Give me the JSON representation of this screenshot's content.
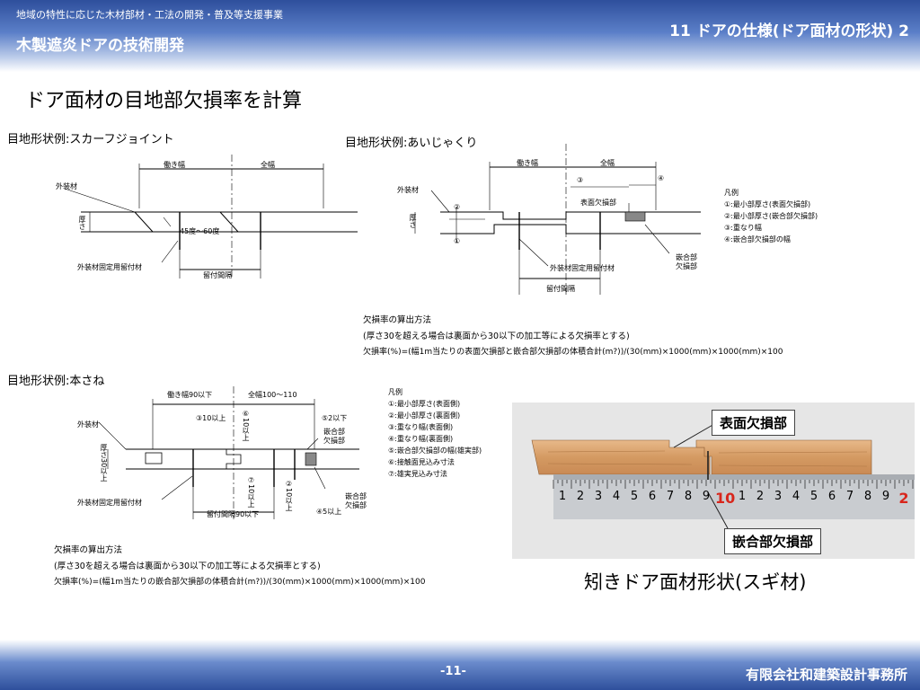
{
  "header": {
    "subtitle": "地域の特性に応じた木材部材・工法の開発・普及等支援事業",
    "title": "木製遮炎ドアの技術開発",
    "section": "11  ドアの仕様(ドア面材の形状)  2"
  },
  "main_title": "ドア面材の目地部欠損率を計算",
  "scarf": {
    "heading": "目地形状例:スカーフジョイント",
    "label_working": "働き幅",
    "label_full": "全幅",
    "label_exterior": "外装材",
    "label_thickness": "厚さ",
    "label_angle": "45度〜60度",
    "label_fastener": "外装材固定用留付材",
    "label_spacing": "留付間隔"
  },
  "aijakuri": {
    "heading": "目地形状例:あいじゃくり",
    "label_working": "働き幅",
    "label_full": "全幅",
    "label_exterior": "外装材",
    "label_thickness": "厚さ",
    "label_surface": "表面欠損部",
    "label_fastener": "外装材固定用留付材",
    "label_spacing": "留付間隔",
    "label_fit": "嵌合部欠損部",
    "mark_1": "①",
    "mark_2": "②",
    "mark_3": "③",
    "mark_4": "④",
    "legend_title": "凡例",
    "legend": [
      "①:最小部厚さ(表面欠損部)",
      "②:最小部厚さ(嵌合部欠損部)",
      "③:重なり幅",
      "④:嵌合部欠損部の幅"
    ]
  },
  "method1": {
    "title": "欠損率の算出方法",
    "condition": "(厚さ30を超える場合は裏面から30以下の加工等による欠損率とする)",
    "formula": "欠損率(%)=(幅1m当たりの表面欠損部と嵌合部欠損部の体積合計(m?))/(30(mm)×1000(mm)×1000(mm)×100"
  },
  "hon": {
    "heading": "目地形状例:本さね",
    "label_working": "働き幅90以下",
    "label_full": "全幅100〜110",
    "label_exterior": "外装材",
    "label_thickness": "厚さ30以上",
    "label_3": "③10以上",
    "label_6": "⑥10以上",
    "label_5": "⑤2以下",
    "label_fit_top": "嵌合部欠損部",
    "label_7": "⑦10以上",
    "label_2": "②10以上",
    "label_4": "④5以上",
    "label_fit_bottom": "嵌合部欠損部",
    "label_fastener": "外装材固定用留付材",
    "label_spacing": "留付間隔90以下",
    "legend_title": "凡例",
    "legend": [
      "①:最小部厚さ(表面側)",
      "②:最小部厚さ(裏面側)",
      "③:重なり幅(表面側)",
      "④:重なり幅(裏面側)",
      "⑤:嵌合部欠損部の幅(雄実部)",
      "⑥:接触面見込み寸法",
      "⑦:雄実見込み寸法"
    ]
  },
  "method2": {
    "title": "欠損率の算出方法",
    "condition": "(厚さ30を超える場合は裏面から30以下の加工等による欠損率とする)",
    "formula": "欠損率(%)=(幅1m当たりの嵌合部欠損部の体積合計(m?))/(30(mm)×1000(mm)×1000(mm)×100"
  },
  "photo": {
    "callout_surface": "表面欠損部",
    "callout_fit": "嵌合部欠損部",
    "ruler_digits": [
      "1",
      "2",
      "3",
      "4",
      "5",
      "6",
      "7",
      "8",
      "9",
      "10",
      "1",
      "2",
      "3",
      "4",
      "5",
      "6",
      "7",
      "8",
      "9",
      "2"
    ],
    "caption": "矧きドア面材形状(スギ材)"
  },
  "footer": {
    "page": "-11-",
    "company": "有限会社和建築設計事務所"
  },
  "colors": {
    "header": "#2e4f9c",
    "ruler_red": "#d8261c",
    "wood": "#d9a06a"
  }
}
